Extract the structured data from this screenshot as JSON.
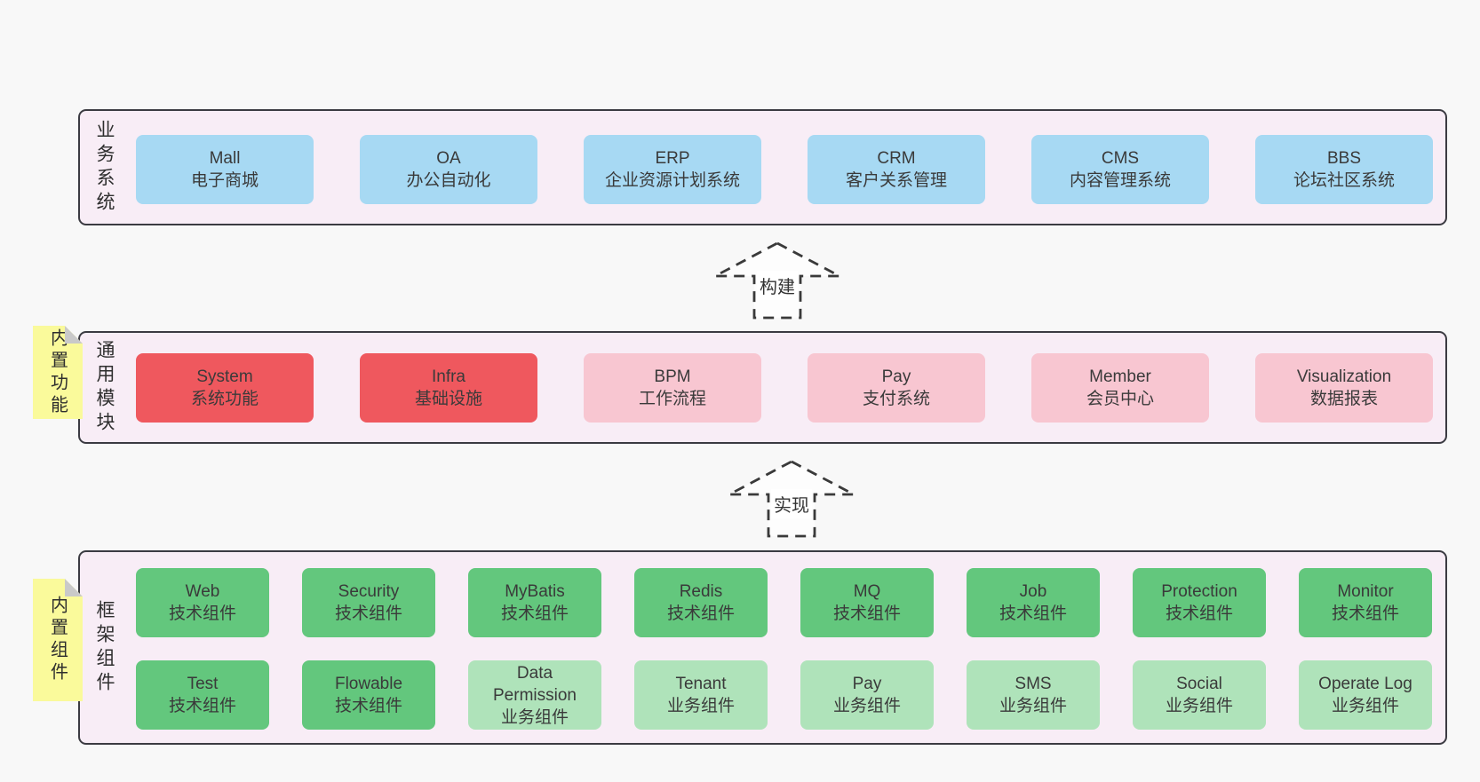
{
  "diagram": {
    "colors": {
      "page_bg": "#f8f8f8",
      "band_bg": "#f8edf6",
      "border": "#3b3b42",
      "blue": "#a7d9f3",
      "red": "#ef585e",
      "pink": "#f8c6d1",
      "green": "#63c77d",
      "light_green": "#afe3ba",
      "note_bg": "#fafa9b",
      "note_fold": "#c9c9c9",
      "arrow_fill": "#fdfdfd"
    },
    "arrows": [
      {
        "label": "构建"
      },
      {
        "label": "实现"
      }
    ],
    "bands": [
      {
        "label": "业务系统",
        "note": "",
        "rows": [
          [
            {
              "en": "Mall",
              "zh": "电子商城",
              "color": "blue"
            },
            {
              "en": "OA",
              "zh": "办公自动化",
              "color": "blue"
            },
            {
              "en": "ERP",
              "zh": "企业资源计划系统",
              "color": "blue"
            },
            {
              "en": "CRM",
              "zh": "客户关系管理",
              "color": "blue"
            },
            {
              "en": "CMS",
              "zh": "内容管理系统",
              "color": "blue"
            },
            {
              "en": "BBS",
              "zh": "论坛社区系统",
              "color": "blue"
            }
          ]
        ]
      },
      {
        "label": "通用模块",
        "note": "内置功能",
        "rows": [
          [
            {
              "en": "System",
              "zh": "系统功能",
              "color": "red"
            },
            {
              "en": "Infra",
              "zh": "基础设施",
              "color": "red"
            },
            {
              "en": "BPM",
              "zh": "工作流程",
              "color": "pink"
            },
            {
              "en": "Pay",
              "zh": "支付系统",
              "color": "pink"
            },
            {
              "en": "Member",
              "zh": "会员中心",
              "color": "pink"
            },
            {
              "en": "Visualization",
              "zh": "数据报表",
              "color": "pink"
            }
          ]
        ]
      },
      {
        "label": "框架组件",
        "note": "内置组件",
        "rows": [
          [
            {
              "en": "Web",
              "zh": "技术组件",
              "color": "green"
            },
            {
              "en": "Security",
              "zh": "技术组件",
              "color": "green"
            },
            {
              "en": "MyBatis",
              "zh": "技术组件",
              "color": "green"
            },
            {
              "en": "Redis",
              "zh": "技术组件",
              "color": "green"
            },
            {
              "en": "MQ",
              "zh": "技术组件",
              "color": "green"
            },
            {
              "en": "Job",
              "zh": "技术组件",
              "color": "green"
            },
            {
              "en": "Protection",
              "zh": "技术组件",
              "color": "green"
            },
            {
              "en": "Monitor",
              "zh": "技术组件",
              "color": "green"
            }
          ],
          [
            {
              "en": "Test",
              "zh": "技术组件",
              "color": "green"
            },
            {
              "en": "Flowable",
              "zh": "技术组件",
              "color": "green"
            },
            {
              "en": "Data Permission",
              "zh": "业务组件",
              "color": "light_green"
            },
            {
              "en": "Tenant",
              "zh": "业务组件",
              "color": "light_green"
            },
            {
              "en": "Pay",
              "zh": "业务组件",
              "color": "light_green"
            },
            {
              "en": "SMS",
              "zh": "业务组件",
              "color": "light_green"
            },
            {
              "en": "Social",
              "zh": "业务组件",
              "color": "light_green"
            },
            {
              "en": "Operate Log",
              "zh": "业务组件",
              "color": "light_green"
            }
          ]
        ]
      }
    ]
  }
}
